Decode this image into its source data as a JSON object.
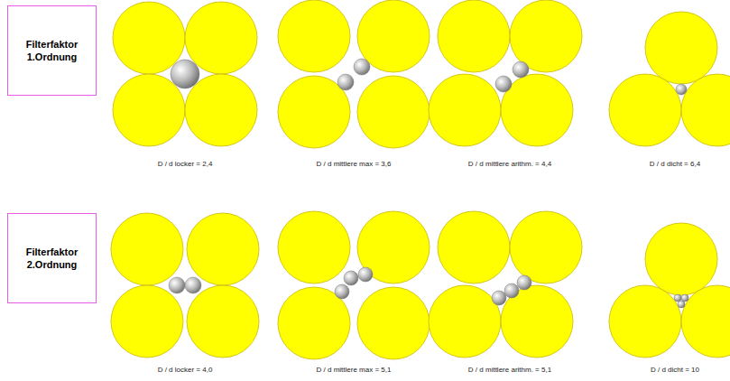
{
  "diagram": {
    "nodes": [
      {
        "text": [
          "Filterfaktor 1.Ordnung"
        ]
      },
      {
        "text": [
          "Filterfaktor 2.Ordnung"
        ]
      }
    ],
    "labels": [
      "D / d locker = 2,4",
      "D / d mittlere max = 3,6",
      "D / d mittlere arithm. = 4,4",
      "D / d dicht = 6,4",
      "D / d locker = 4,0",
      "D / d mittlere max = 5,1",
      "D / d mittlere arithm. = 5,1",
      "D / d dicht = 10"
    ]
  }
}
